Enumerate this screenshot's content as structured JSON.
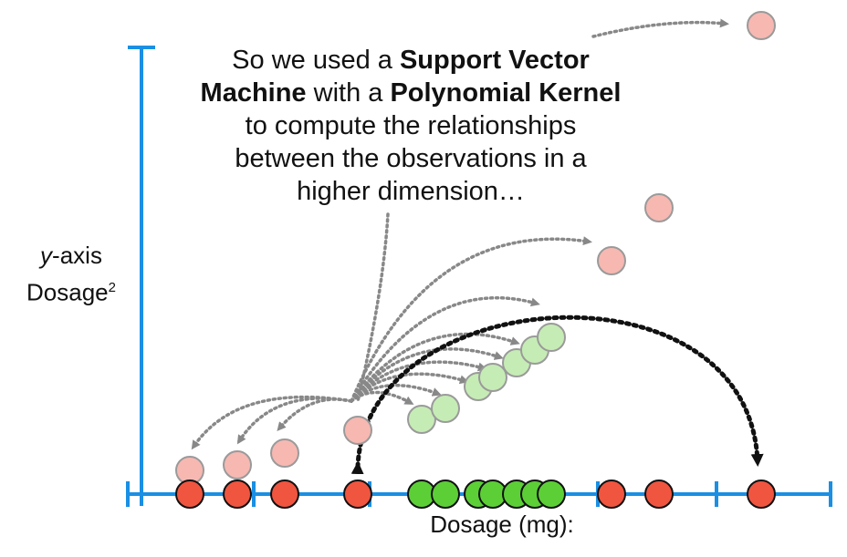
{
  "caption": {
    "line1_pre": "So we used a ",
    "line1_bold": "Support Vector",
    "line2_bold1": "Machine",
    "line2_mid": " with a ",
    "line2_bold2": "Polynomial Kernel",
    "line3": "to compute the relationships",
    "line4": "between the observations in a",
    "line5": "higher dimension…"
  },
  "axes": {
    "y_italic": "y",
    "y_rest": "-axis",
    "y_label2": "Dosage",
    "y_sup": "2",
    "x_label": "Dosage (mg):"
  },
  "colors": {
    "axis": "#1a8fe3",
    "red_fill": "#f05540",
    "green_fill": "#5ccf37",
    "pink_fill": "#f7b8b2",
    "lightgreen_fill": "#c6ecb5",
    "arrow_gray": "#888888",
    "arrow_black": "#111111"
  },
  "observations": {
    "red_x": [
      208,
      260,
      312,
      392,
      670,
      722,
      834
    ],
    "green_x": [
      462,
      488,
      524,
      540,
      566,
      586,
      604
    ],
    "pink": [
      [
        208,
        516
      ],
      [
        260,
        510
      ],
      [
        312,
        497
      ],
      [
        392,
        472
      ],
      [
        670,
        286
      ],
      [
        722,
        228
      ],
      [
        834,
        28
      ]
    ],
    "lightgreen": [
      [
        462,
        460
      ],
      [
        488,
        448
      ],
      [
        524,
        424
      ],
      [
        540,
        414
      ],
      [
        566,
        398
      ],
      [
        586,
        384
      ],
      [
        604,
        370
      ]
    ]
  }
}
